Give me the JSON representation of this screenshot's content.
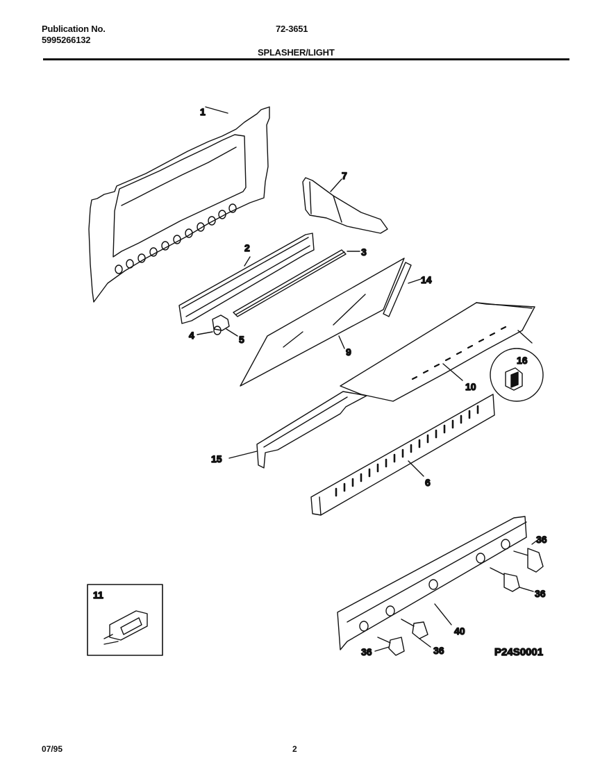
{
  "header": {
    "publication_label": "Publication No.",
    "publication_number": "5995266132",
    "model": "72-3651",
    "section_title": "SPLASHER/LIGHT"
  },
  "parts": {
    "p1": "1",
    "p2": "2",
    "p3": "3",
    "p4": "4",
    "p5": "5",
    "p6": "6",
    "p7": "7",
    "p9": "9",
    "p10": "10",
    "p11": "11",
    "p14": "14",
    "p15": "15",
    "p16": "16",
    "p36": "36",
    "p40": "40"
  },
  "diagram_code": "P24S0001",
  "footer": {
    "date": "07/95",
    "page": "2"
  }
}
